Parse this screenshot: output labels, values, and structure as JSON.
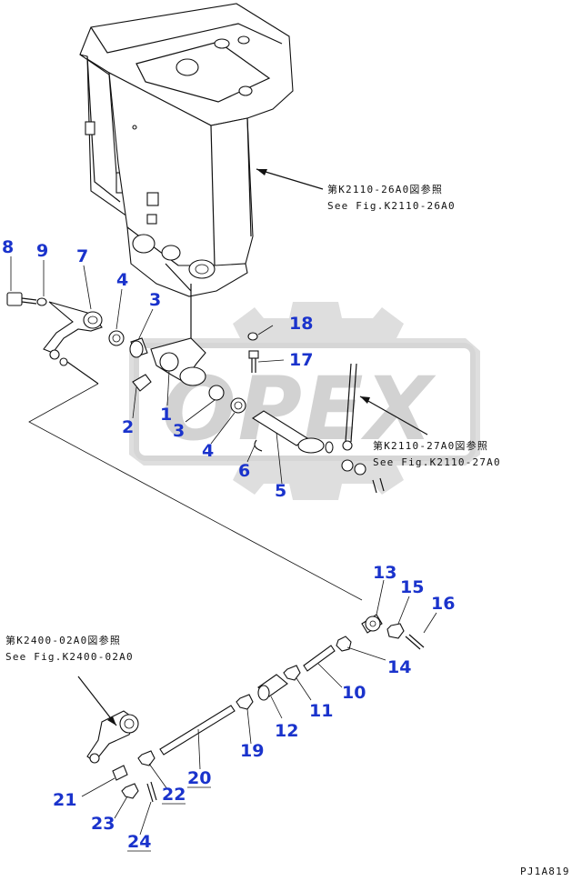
{
  "watermark": "OPEX",
  "drawing_code": "PJ1A819",
  "references": [
    {
      "id": "k2110-26a0",
      "jp": "第K2110-26A0図参照",
      "en": "See Fig.K2110-26A0"
    },
    {
      "id": "k2110-27a0",
      "jp": "第K2110-27A0図参照",
      "en": "See Fig.K2110-27A0"
    },
    {
      "id": "k2400-02a0",
      "jp": "第K2400-02A0図参照",
      "en": "See Fig.K2400-02A0"
    }
  ],
  "callouts": {
    "c1": "1",
    "c2": "2",
    "c3a": "3",
    "c3b": "3",
    "c4a": "4",
    "c4b": "4",
    "c5": "5",
    "c6": "6",
    "c7": "7",
    "c8": "8",
    "c9": "9",
    "c10": "10",
    "c11": "11",
    "c12": "12",
    "c13": "13",
    "c14": "14",
    "c15": "15",
    "c16": "16",
    "c17": "17",
    "c18": "18",
    "c19": "19",
    "c20": "20",
    "c21": "21",
    "c22": "22",
    "c23": "23",
    "c24": "24"
  }
}
